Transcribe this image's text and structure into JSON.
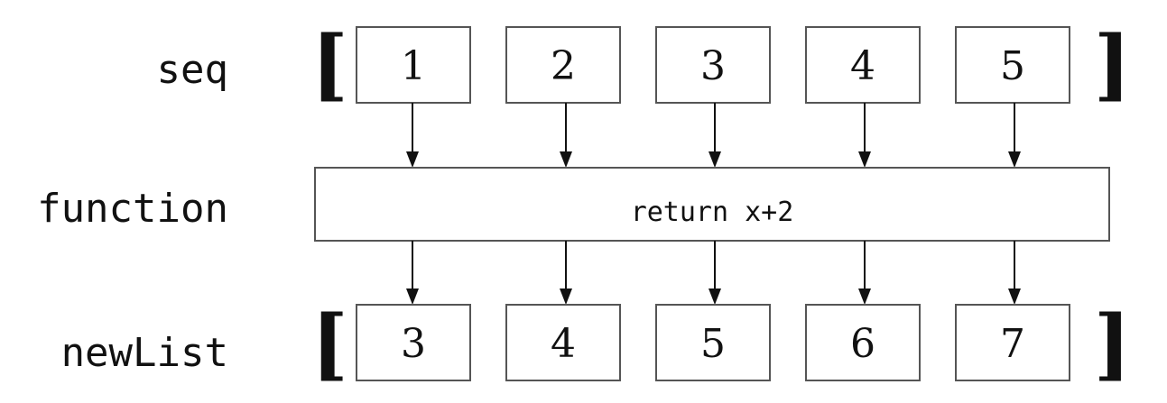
{
  "rows": {
    "seq": {
      "label": "seq",
      "open_bracket": "[",
      "close_bracket": "]",
      "values": [
        "1",
        "2",
        "3",
        "4",
        "5"
      ]
    },
    "function": {
      "label": "function",
      "body": "return x+2"
    },
    "newList": {
      "label": "newList",
      "open_bracket": "[",
      "close_bracket": "]",
      "values": [
        "3",
        "4",
        "5",
        "6",
        "7"
      ]
    }
  },
  "colors": {
    "box_stroke": "#555555",
    "text": "#111111",
    "background": "#ffffff"
  }
}
